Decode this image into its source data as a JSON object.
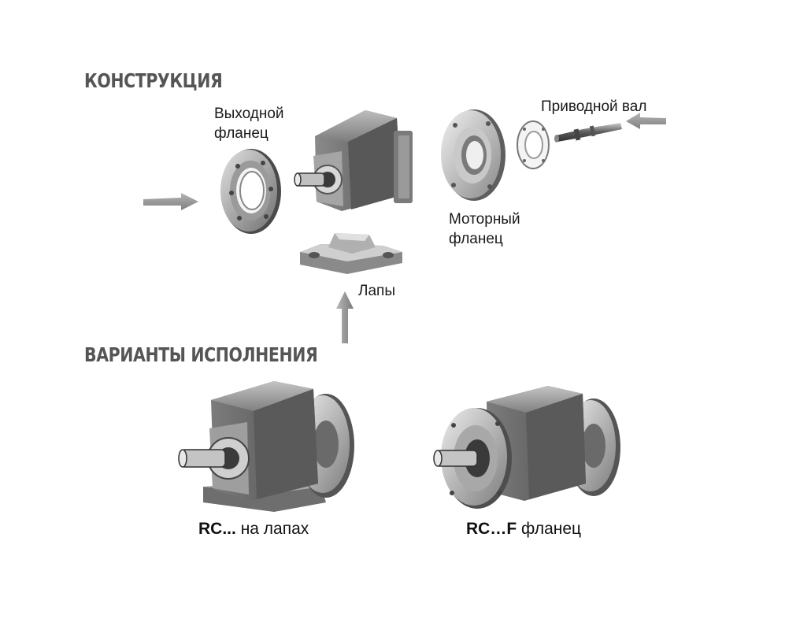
{
  "headings": {
    "construction": "КОНСТРУКЦИЯ",
    "variants": "ВАРИАНТЫ ИСПОЛНЕНИЯ"
  },
  "labels": {
    "output_flange_line1": "Выходной",
    "output_flange_line2": "фланец",
    "drive_shaft": "Приводной вал",
    "motor_flange_line1": "Моторный",
    "motor_flange_line2": "фланец",
    "feet": "Лапы"
  },
  "variants": [
    {
      "code": "RC...",
      "desc": "на лапах"
    },
    {
      "code": "RC…F",
      "desc": "фланец"
    }
  ],
  "colors": {
    "heading": "#555555",
    "arrow": "#9a9a9a",
    "metal_dark": "#5a5a5a",
    "metal_mid": "#8c8c8c",
    "metal_light": "#d6d6d6"
  }
}
